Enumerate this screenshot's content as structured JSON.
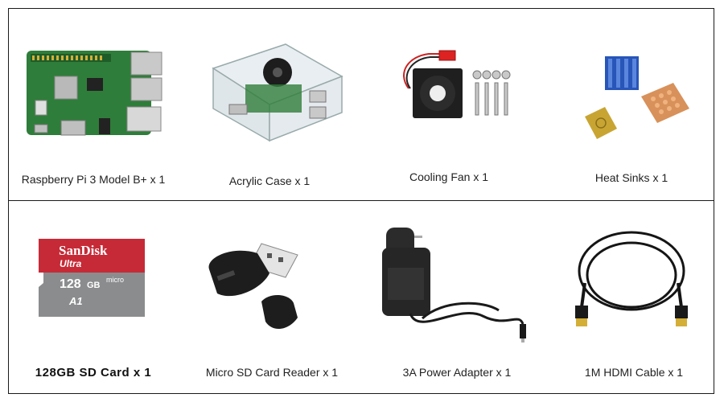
{
  "items": [
    {
      "label": "Raspberry Pi 3 Model B+ x 1"
    },
    {
      "label": "Acrylic Case x 1"
    },
    {
      "label": "Cooling Fan x 1"
    },
    {
      "label": "Heat Sinks x 1"
    },
    {
      "label": "128GB SD Card x 1"
    },
    {
      "label": "Micro SD Card Reader x 1"
    },
    {
      "label": "3A Power Adapter x 1"
    },
    {
      "label": "1M HDMI Cable x 1"
    }
  ],
  "sdcard": {
    "brand": "SanDisk",
    "line": "Ultra",
    "capacity": "128",
    "unit": "GB",
    "micro": "micro",
    "class": "A1"
  },
  "colors": {
    "border": "#1a1a1a",
    "board_green": "#2f7d3a",
    "sd_red": "#c62a37",
    "sd_gray": "#8a8c8e",
    "copper": "#d8915a",
    "blue_sink": "#2855b8",
    "gold_sink": "#c8a533"
  }
}
